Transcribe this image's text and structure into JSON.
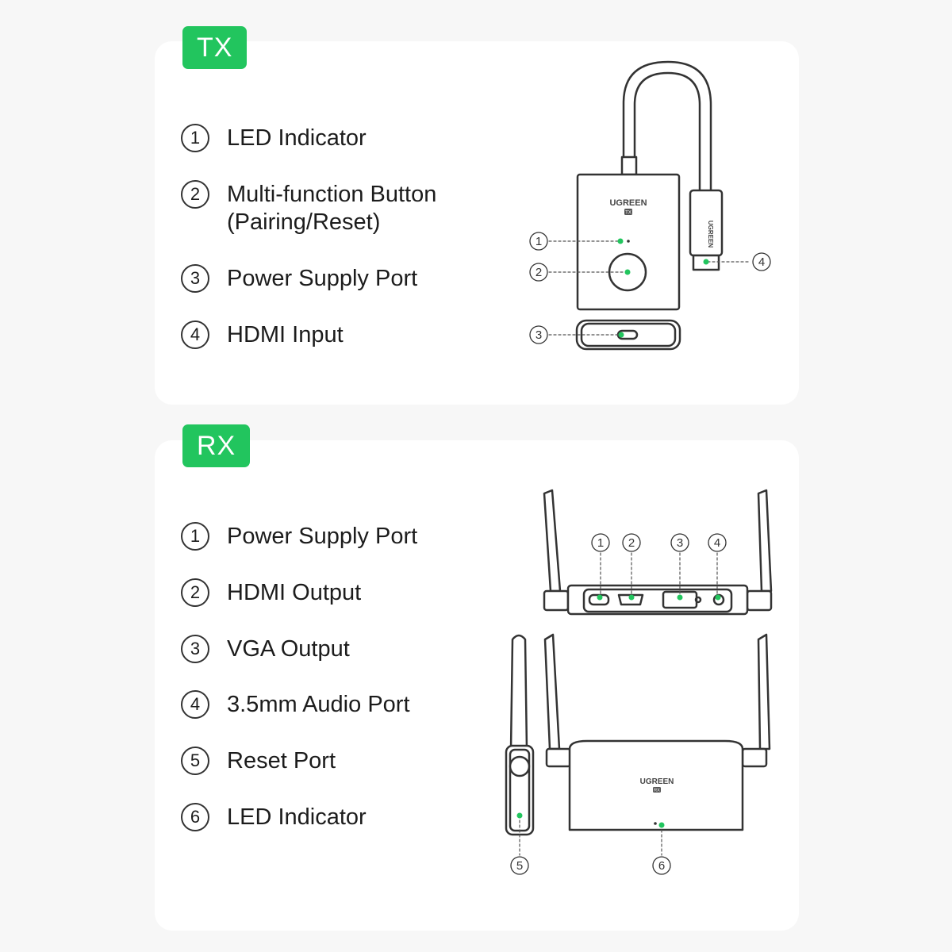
{
  "tx": {
    "badge": "TX",
    "features": [
      {
        "num": "1",
        "label": "LED Indicator"
      },
      {
        "num": "2",
        "label": "Multi-function Button\n(Pairing/Reset)"
      },
      {
        "num": "3",
        "label": "Power Supply Port"
      },
      {
        "num": "4",
        "label": "HDMI Input"
      }
    ],
    "device": {
      "brand": "UGREEN",
      "sub": "TX",
      "plug_text": "UGREEN"
    },
    "callouts": [
      "1",
      "2",
      "3",
      "4"
    ]
  },
  "rx": {
    "badge": "RX",
    "features": [
      {
        "num": "1",
        "label": "Power Supply Port"
      },
      {
        "num": "2",
        "label": "HDMI Output"
      },
      {
        "num": "3",
        "label": "VGA Output"
      },
      {
        "num": "4",
        "label": "3.5mm Audio Port"
      },
      {
        "num": "5",
        "label": "Reset Port"
      },
      {
        "num": "6",
        "label": "LED Indicator"
      }
    ],
    "device": {
      "brand": "UGREEN",
      "sub": "RX"
    },
    "callouts": [
      "1",
      "2",
      "3",
      "4",
      "5",
      "6"
    ]
  },
  "colors": {
    "accent": "#22c55e",
    "line": "#333333"
  }
}
